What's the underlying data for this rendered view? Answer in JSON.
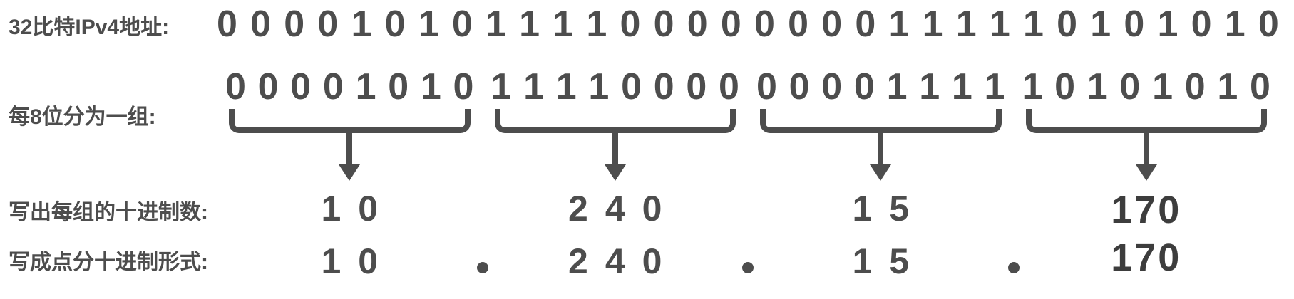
{
  "colors": {
    "text": "#4d4d4d",
    "emphasis_text": "#3d3d3d",
    "background": "#ffffff"
  },
  "rows": {
    "row1": {
      "label": "32比特IPv4地址:",
      "bits": "00001010111100000000111110101010"
    },
    "row2": {
      "label": "每8位分为一组:",
      "groups": [
        "00001010",
        "11110000",
        "00001111",
        "10101010"
      ]
    },
    "row3": {
      "label": "写出每组的十进制数:",
      "values": [
        "10",
        "240",
        "15",
        "170"
      ]
    },
    "row4": {
      "label": "写成点分十进制形式:",
      "values": [
        "10",
        "240",
        "15",
        "170"
      ],
      "separator": "."
    }
  }
}
